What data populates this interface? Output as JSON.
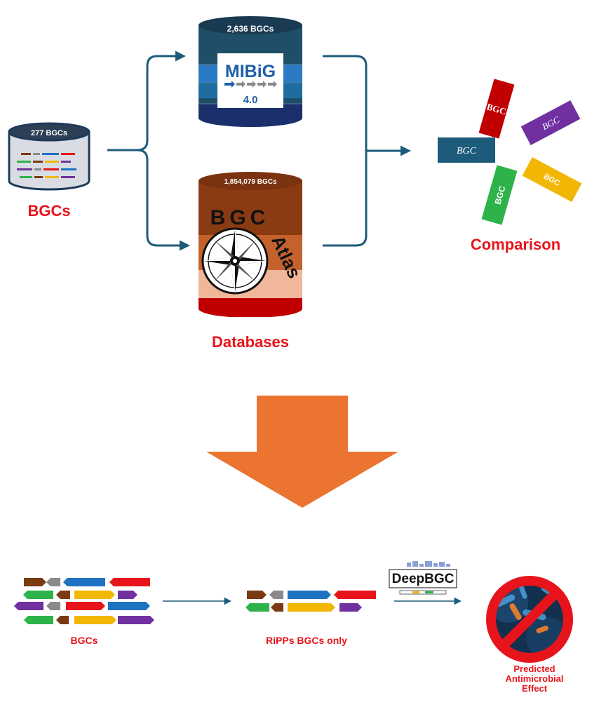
{
  "colors": {
    "flow_arrow": "#1c5b7a",
    "label_red": "#e8141b",
    "big_arrow": "#eb7431",
    "mibig_dark": "#1f4f68",
    "atlas_brown": "#8a3b12",
    "atlas_peach": "#f1b79a",
    "atlas_red": "#c00000",
    "gene_colors": [
      "#7a3a12",
      "#8a8a8a",
      "#1e72c2",
      "#e8141b",
      "#2db34a",
      "#f2b705",
      "#7030a0"
    ]
  },
  "top": {
    "input_db": {
      "count_label": "277 BGCs",
      "caption": "BGCs",
      "icon": "database-icon"
    },
    "mibig": {
      "count_label": "2,636 BGCs",
      "logo_text": "MIBiG",
      "version": "4.0",
      "icon": "mibig-logo"
    },
    "bgc_atlas": {
      "count_label": "1,854,079 BGCs",
      "logo_word1": "BGC",
      "logo_word2": "Atlas",
      "icon": "compass-rose-icon"
    },
    "databases_caption": "Databases",
    "comparison": {
      "caption": "Comparison",
      "petals": [
        {
          "text": "BGC",
          "color": "#c00000"
        },
        {
          "text": "BGC",
          "color": "#7030a0"
        },
        {
          "text": "BGC",
          "color": "#f2b705"
        },
        {
          "text": "BGC",
          "color": "#2db34a"
        },
        {
          "text": "BGC",
          "color": "#1c5b7a"
        }
      ]
    }
  },
  "bottom": {
    "bgcs_caption": "BGCs",
    "ripps_caption": "RiPPs BGCs only",
    "tool_logo": "DeepBGC",
    "result_caption_lines": [
      "Predicted",
      "Antimicrobial",
      "Effect"
    ],
    "result_icon": "no-bacteria-icon"
  }
}
